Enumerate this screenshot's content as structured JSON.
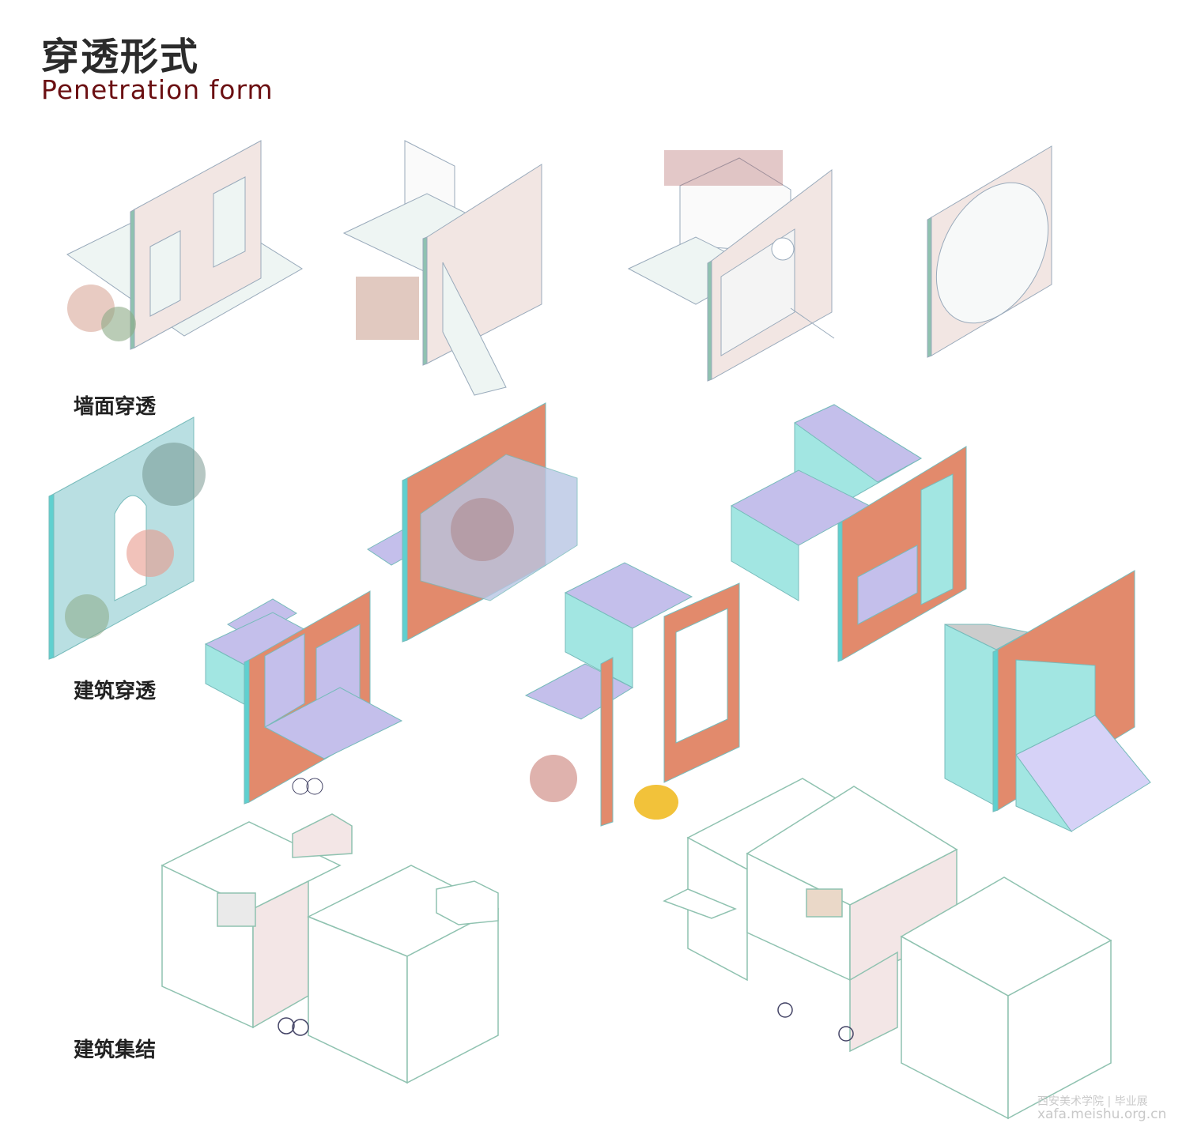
{
  "header": {
    "title_cn": "穿透形式",
    "title_en": "Penetration form"
  },
  "sections": [
    {
      "label": "墙面穿透"
    },
    {
      "label": "建筑穿透"
    },
    {
      "label": "建筑集结"
    }
  ],
  "watermark": {
    "line1": "西安美术学院 | 毕业展",
    "line2": "xafa.meishu.org.cn"
  },
  "colors": {
    "pink_wall": "#f2e6e3",
    "wall_edge": "#8fc2b0",
    "coral": "#e28a6c",
    "lavender": "#c4bfeb",
    "cyan": "#a2e6e2",
    "title_red": "#6b0f12"
  }
}
